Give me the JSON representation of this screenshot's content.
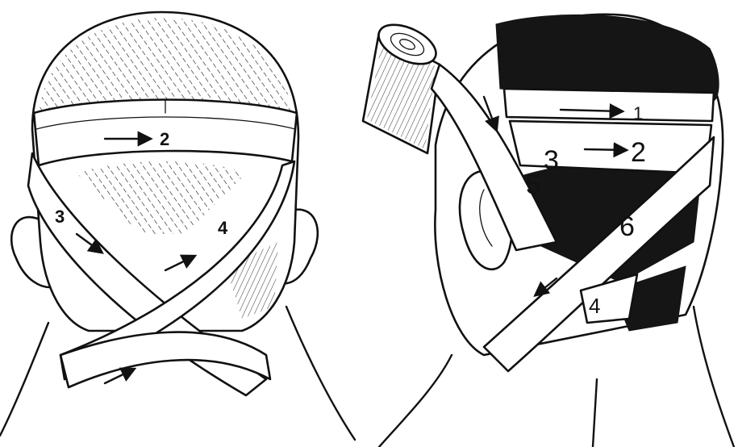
{
  "figures": [
    {
      "view": "back-of-head",
      "labels": [
        "2",
        "3",
        "4"
      ]
    },
    {
      "view": "side-back-of-head-with-roll",
      "labels": [
        "1",
        "2",
        "3",
        "4",
        "5",
        "6"
      ]
    }
  ]
}
